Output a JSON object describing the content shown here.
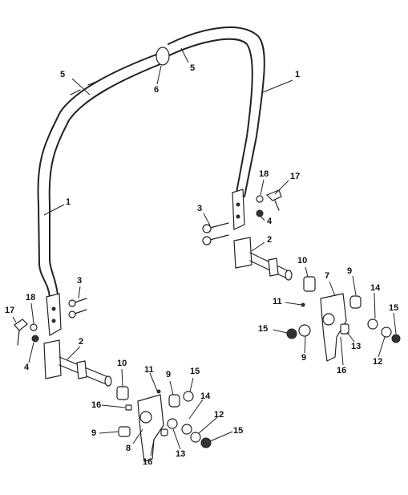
{
  "callouts": {
    "c_5_left": "5",
    "c_5_right": "5",
    "c_6": "6",
    "c_1_right": "1",
    "c_1_left": "1",
    "c_18_right": "18",
    "c_17_right": "17",
    "c_3_right": "3",
    "c_4_right": "4",
    "c_2_right": "2",
    "c_10_right": "10",
    "c_7": "7",
    "c_9_right_top": "9",
    "c_14_right": "14",
    "c_11_right": "11",
    "c_15_right_a": "15",
    "c_15_right_b": "15",
    "c_9_right_mid": "9",
    "c_13_right": "13",
    "c_16_right": "16",
    "c_12_right": "12",
    "c_3_left": "3",
    "c_18_left": "18",
    "c_17_left": "17",
    "c_4_left": "4",
    "c_2_left": "2",
    "c_10_left": "10",
    "c_11_left": "11",
    "c_9_left_top": "9",
    "c_15_left_a": "15",
    "c_16_left_top": "16",
    "c_14_left": "14",
    "c_12_left": "12",
    "c_9_left_bottom": "9",
    "c_15_left_b": "15",
    "c_8": "8",
    "c_16_left_bottom": "16",
    "c_13_left": "13"
  }
}
